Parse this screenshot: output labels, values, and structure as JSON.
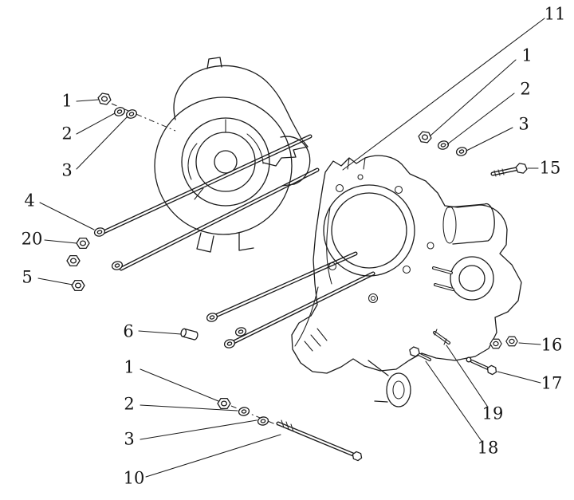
{
  "colors": {
    "ink": "#1c1c1c",
    "background": "#ffffff"
  },
  "diagram": {
    "kind": "exploded-parts-drawing"
  },
  "callouts": [
    {
      "id": "11",
      "label": "11"
    },
    {
      "id": "1-top-right",
      "label": "1"
    },
    {
      "id": "2-top-right",
      "label": "2"
    },
    {
      "id": "3-top-right",
      "label": "3"
    },
    {
      "id": "15",
      "label": "15"
    },
    {
      "id": "1-top-left",
      "label": "1"
    },
    {
      "id": "2-top-left",
      "label": "2"
    },
    {
      "id": "3-top-left",
      "label": "3"
    },
    {
      "id": "4",
      "label": "4"
    },
    {
      "id": "20",
      "label": "20"
    },
    {
      "id": "5",
      "label": "5"
    },
    {
      "id": "6",
      "label": "6"
    },
    {
      "id": "1-bottom-left",
      "label": "1"
    },
    {
      "id": "2-bottom-left",
      "label": "2"
    },
    {
      "id": "3-bottom-left",
      "label": "3"
    },
    {
      "id": "10",
      "label": "10"
    },
    {
      "id": "16",
      "label": "16"
    },
    {
      "id": "17",
      "label": "17"
    },
    {
      "id": "19",
      "label": "19"
    },
    {
      "id": "18",
      "label": "18"
    }
  ]
}
